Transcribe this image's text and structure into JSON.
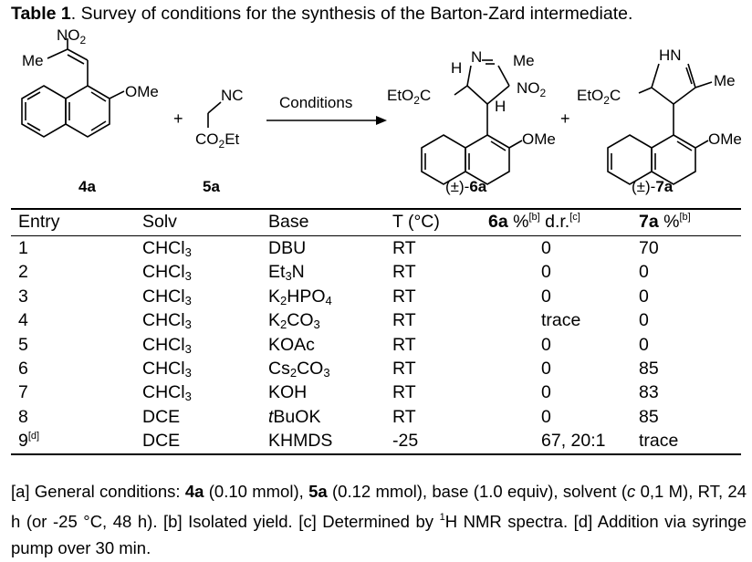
{
  "caption": {
    "label": "Table 1",
    "text": ". Survey of conditions for the synthesis of the Barton-Zard intermediate."
  },
  "scheme": {
    "reactant1_label": "4a",
    "reactant2_label": "5a",
    "product1_label": "6a",
    "product1_prefix": "(±)-",
    "product2_label": "7a",
    "product2_prefix": "(±)-",
    "arrow_label": "Conditions",
    "plus": "+",
    "atoms": {
      "no2": "NO",
      "me": "Me",
      "ome": "OMe",
      "nc": "NC",
      "co2et": "CO",
      "et": "Et",
      "n": "N",
      "h": "H",
      "etO2C_a": "EtO",
      "etO2C_b": "C",
      "hn": "HN"
    }
  },
  "table": {
    "headers": {
      "entry": "Entry",
      "solv": "Solv",
      "base": "Base",
      "temp": "T (°C)",
      "yield6a_bold": "6a",
      "yield6a_rest": " %",
      "yield6a_sup": "[b]",
      "dr": " d.r.",
      "dr_sup": "[c]",
      "yield7a_bold": "7a",
      "yield7a_rest": " %",
      "yield7a_sup": "[b]"
    },
    "rows": [
      {
        "entry": "1",
        "solv": "CHCl3",
        "base": "DBU",
        "t": "RT",
        "y6": "0",
        "y7": "70"
      },
      {
        "entry": "2",
        "solv": "CHCl3",
        "base": "Et3N",
        "t": "RT",
        "y6": "0",
        "y7": "0"
      },
      {
        "entry": "3",
        "solv": "CHCl3",
        "base": "K2HPO4",
        "t": "RT",
        "y6": "0",
        "y7": "0"
      },
      {
        "entry": "4",
        "solv": "CHCl3",
        "base": "K2CO3",
        "t": "RT",
        "y6": "trace",
        "y7": "0"
      },
      {
        "entry": "5",
        "solv": "CHCl3",
        "base": "KOAc",
        "t": "RT",
        "y6": "0",
        "y7": "0"
      },
      {
        "entry": "6",
        "solv": "CHCl3",
        "base": "Cs2CO3",
        "t": "RT",
        "y6": "0",
        "y7": "85"
      },
      {
        "entry": "7",
        "solv": "CHCl3",
        "base": "KOH",
        "t": "RT",
        "y6": "0",
        "y7": "83"
      },
      {
        "entry": "8",
        "solv": "DCE",
        "base": "tBuOK",
        "t": "RT",
        "y6": "0",
        "y7": "85"
      },
      {
        "entry": "9",
        "entry_sup": "[d]",
        "solv": "DCE",
        "base": "KHMDS",
        "t": "-25",
        "y6": "67, 20:1",
        "y7": "trace"
      }
    ]
  },
  "footnotes": {
    "a_label": "[a] General conditions: ",
    "a_4a": "4a",
    "a_mid1": " (0.10 mmol), ",
    "a_5a": "5a",
    "a_mid2": " (0.12 mmol), base (1.0 equiv), solvent (",
    "a_c": "c",
    "a_end": " 0,1 M), RT, 24 h (or -25 °C, 48 h). [b] Isolated yield. [c] Determined by ",
    "nmr_sup": "1",
    "nmr_text": "H NMR spectra. [d] Addition via syringe pump over 30 min."
  }
}
